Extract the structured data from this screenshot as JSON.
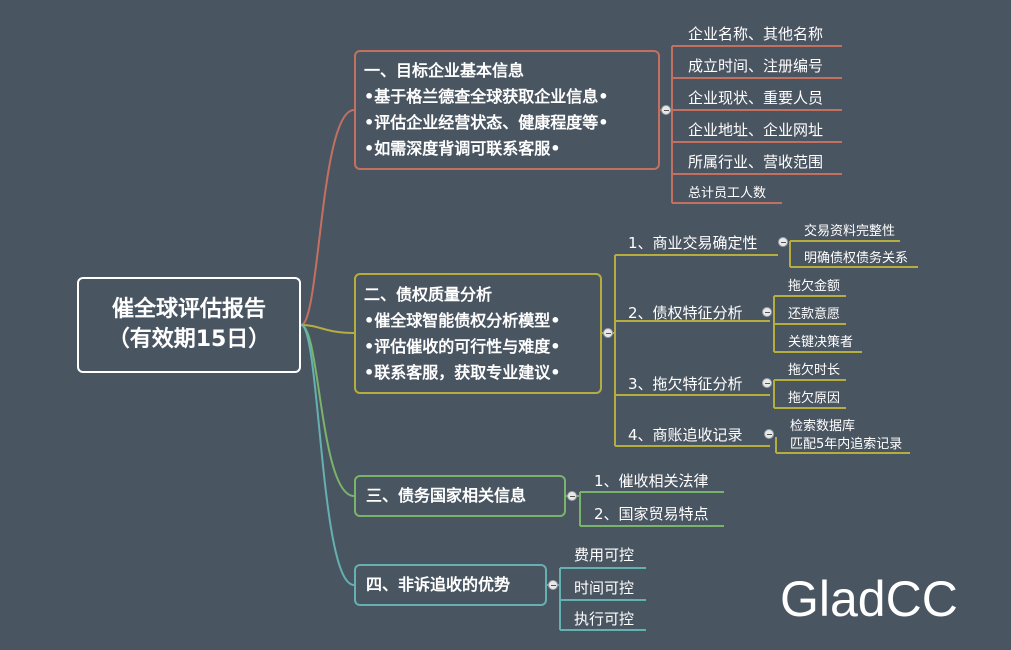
{
  "root": {
    "line1": "催全球评估报告",
    "line2": "（有效期15日）"
  },
  "branches": [
    {
      "title": "一、目标企业基本信息",
      "lines": [
        "•基于格兰德查全球获取企业信息•",
        "•评估企业经营状态、健康程度等•",
        "•如需深度背调可联系客服•"
      ],
      "children": [
        "企业名称、其他名称",
        "成立时间、注册编号",
        "企业现状、重要人员",
        "企业地址、企业网址",
        "所属行业、营收范围",
        "总计员工人数"
      ]
    },
    {
      "title": "二、债权质量分析",
      "lines": [
        "•催全球智能债权分析模型•",
        "•评估催收的可行性与难度•",
        "•联系客服，获取专业建议•"
      ],
      "children": [
        {
          "label": "1、商业交易确定性",
          "items": [
            "交易资料完整性",
            "明确债权债务关系"
          ]
        },
        {
          "label": "2、债权特征分析",
          "items": [
            "拖欠金额",
            "还款意愿",
            "关键决策者"
          ]
        },
        {
          "label": "3、拖欠特征分析",
          "items": [
            "拖欠时长",
            "拖欠原因"
          ]
        },
        {
          "label": "4、商账追收记录",
          "items": [
            "检索数据库",
            "匹配5年内追索记录"
          ]
        }
      ]
    },
    {
      "title": "三、债务国家相关信息",
      "children": [
        "1、催收相关法律",
        "2、国家贸易特点"
      ]
    },
    {
      "title": "四、非诉追收的优势",
      "children": [
        "费用可控",
        "时间可控",
        "执行可控"
      ]
    }
  ],
  "watermark": "GladCC",
  "colors": {
    "background": "#4a5562",
    "root": "#ffffff",
    "branch1": "#c47060",
    "branch2": "#b5ae3e",
    "branch3": "#79b46a",
    "branch4": "#65b0b0"
  }
}
